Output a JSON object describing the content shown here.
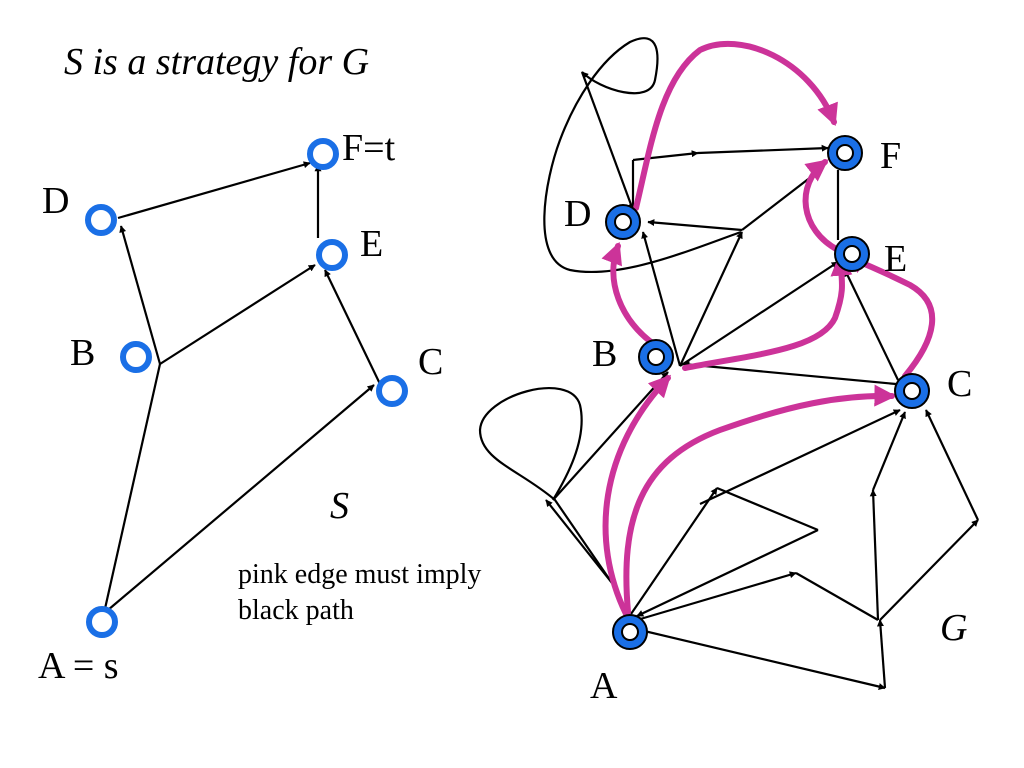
{
  "title": "S is a strategy for G",
  "left_graph": {
    "label": "S",
    "nodes": {
      "A": "A = s",
      "B": "B",
      "C": "C",
      "D": "D",
      "E": "E",
      "F": "F=t"
    }
  },
  "note": {
    "line1": "pink edge must imply",
    "line2": "black path"
  },
  "right_graph": {
    "label": "G",
    "nodes": {
      "A": "A",
      "B": "B",
      "C": "C",
      "D": "D",
      "E": "E",
      "F": "F"
    }
  },
  "colors": {
    "node_blue": "#1a6fe6",
    "pink_edge": "#cc3399",
    "black_edge": "#000000"
  }
}
